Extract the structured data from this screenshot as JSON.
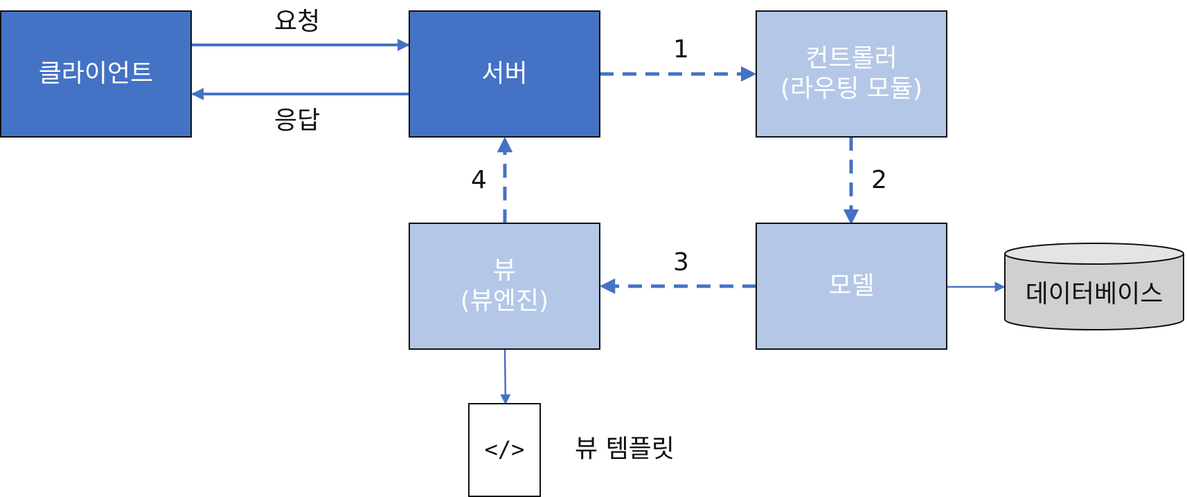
{
  "colors": {
    "primary_box": "#4472C4",
    "secondary_box": "#B4C7E7",
    "arrow": "#4472C4",
    "database_fill": "#D0D0D0",
    "database_top": "#E4E4E4"
  },
  "nodes": {
    "client": "클라이언트",
    "server": "서버",
    "controller": "컨트롤러\n(라우팅 모듈)",
    "view": "뷰\n(뷰엔진)",
    "model": "모델",
    "database": "데이터베이스",
    "template_doc": "</>",
    "template_caption": "뷰 템플릿"
  },
  "edges": {
    "request": "요청",
    "response": "응답",
    "step_1": "1",
    "step_2": "2",
    "step_3": "3",
    "step_4": "4"
  }
}
